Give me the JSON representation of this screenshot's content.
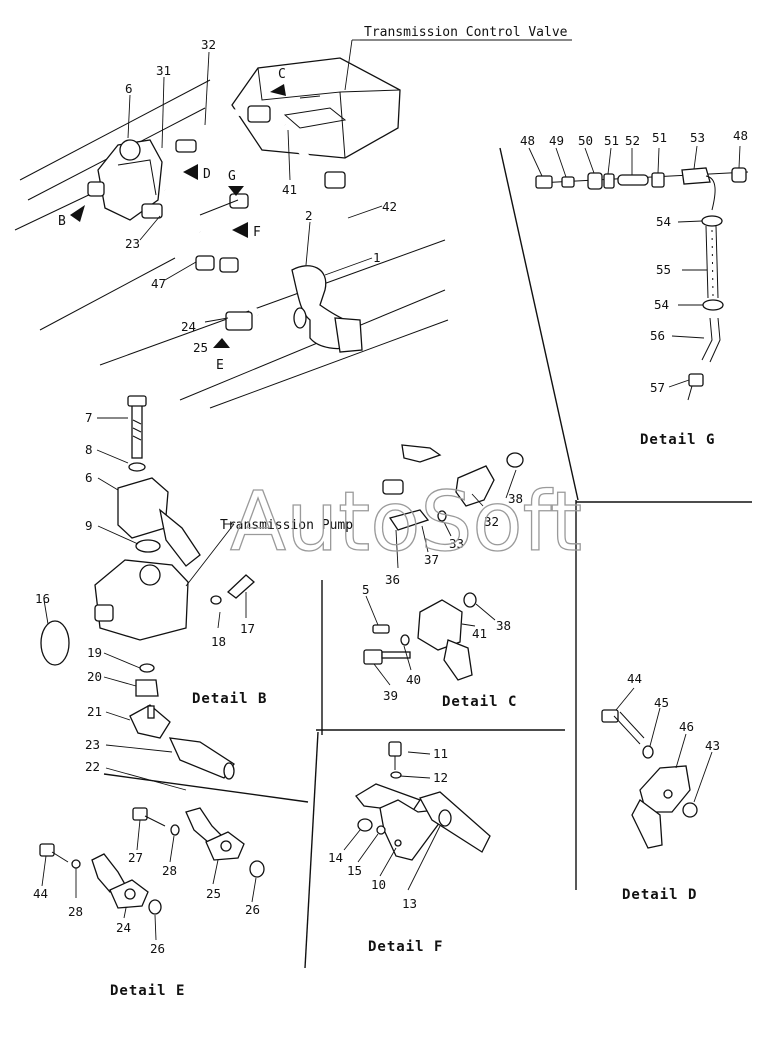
{
  "watermark": "AutoSoft",
  "titles": {
    "control_valve": "Transmission Control Valve",
    "pump": "Transmission Pump"
  },
  "details": {
    "b": "Detail B",
    "c": "Detail C",
    "d": "Detail D",
    "e": "Detail E",
    "f": "Detail F",
    "g": "Detail G"
  },
  "arrows": {
    "b": "B",
    "c": "C",
    "d": "D",
    "e": "E",
    "f": "F",
    "g": "G"
  },
  "callouts": {
    "main": [
      "32",
      "31",
      "6",
      "41",
      "42",
      "2",
      "1",
      "23",
      "47",
      "24",
      "25"
    ],
    "detail_g": [
      "48",
      "49",
      "50",
      "51",
      "52",
      "51",
      "53",
      "48",
      "54",
      "55",
      "54",
      "56",
      "57"
    ],
    "detail_b": [
      "7",
      "8",
      "6",
      "9",
      "16",
      "17",
      "18",
      "19",
      "20",
      "21",
      "23",
      "22"
    ],
    "detail_c": [
      "32",
      "38",
      "33",
      "37",
      "36",
      "5",
      "41",
      "38",
      "40",
      "39"
    ],
    "detail_d": [
      "44",
      "45",
      "46",
      "43"
    ],
    "detail_e": [
      "44",
      "28",
      "27",
      "28",
      "25",
      "26",
      "24",
      "26"
    ],
    "detail_f": [
      "11",
      "12",
      "14",
      "15",
      "10",
      "13"
    ]
  }
}
